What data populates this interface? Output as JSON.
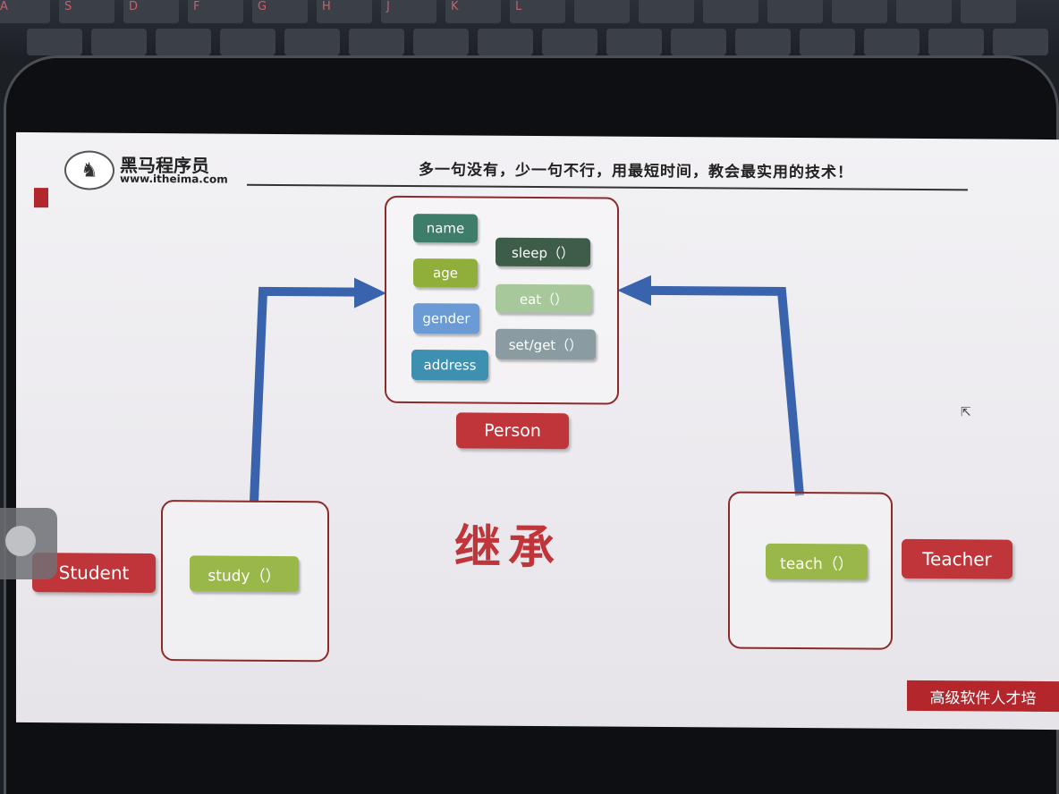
{
  "keyboard": {
    "keys": [
      "A",
      "S",
      "D",
      "F",
      "G",
      "H",
      "J",
      "K",
      "L"
    ]
  },
  "header": {
    "logo_title": "黑马程序员",
    "logo_url": "www.itheima.com",
    "slogan": "多一句没有，少一句不行，用最短时间，教会最实用的技术！"
  },
  "person": {
    "label": "Person",
    "fields": [
      "name",
      "age",
      "gender",
      "address"
    ],
    "methods": [
      "sleep（）",
      "eat（）",
      "set/get（）"
    ]
  },
  "student": {
    "label": "Student",
    "method": "study（）"
  },
  "teacher": {
    "label": "Teacher",
    "method": "teach（）"
  },
  "center_text": "继承",
  "footer": "高级软件人才培",
  "colors": {
    "accent_red": "#c0353a",
    "arrow_blue": "#3a63ad",
    "box_border": "#8c2a2a",
    "name": "#3f7d6b",
    "age": "#8fae3a",
    "gender": "#6a9bd4",
    "address": "#3e90b0",
    "sleep": "#3d5d48",
    "eat": "#a7c89a",
    "setget": "#8a9ca2",
    "study": "#9ab84a",
    "teach": "#9ab84a"
  }
}
